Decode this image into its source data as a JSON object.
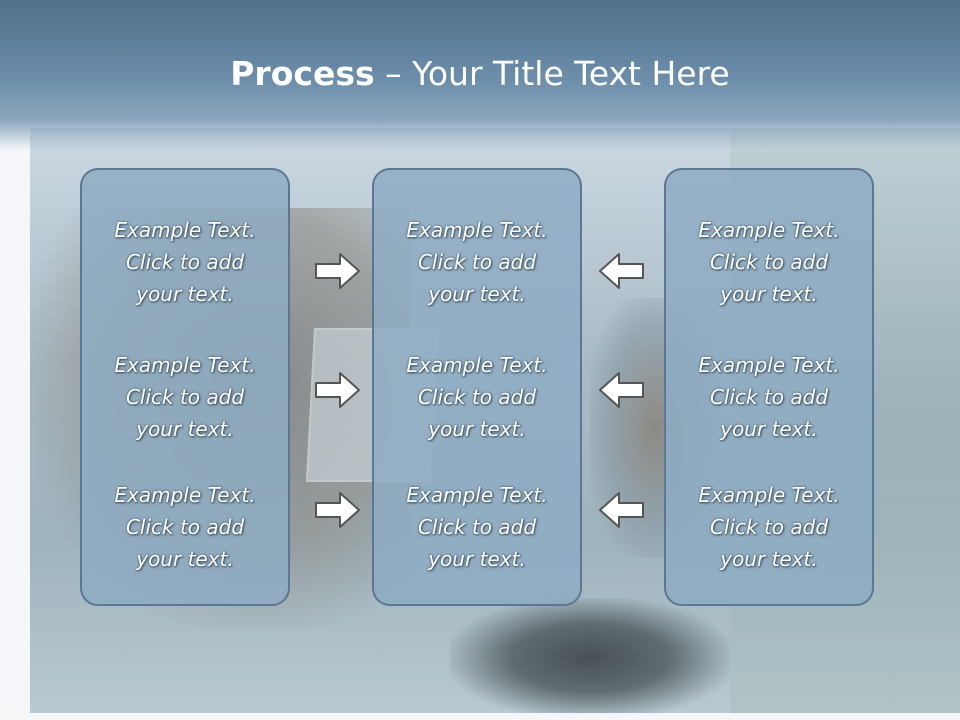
{
  "slide": {
    "title_strong": "Process",
    "title_rest": " – Your Title Text Here"
  },
  "columns": [
    {
      "blocks": [
        {
          "l1": "Example Text.",
          "l2": "Click  to add",
          "l3": "your text."
        },
        {
          "l1": "Example Text.",
          "l2": "Click  to add",
          "l3": "your text."
        },
        {
          "l1": "Example Text.",
          "l2": "Click  to add",
          "l3": "your text."
        }
      ]
    },
    {
      "blocks": [
        {
          "l1": "Example Text.",
          "l2": "Click  to add",
          "l3": "your text."
        },
        {
          "l1": "Example Text.",
          "l2": "Click  to add",
          "l3": "your text."
        },
        {
          "l1": "Example Text.",
          "l2": "Click  to add",
          "l3": "your text."
        }
      ]
    },
    {
      "blocks": [
        {
          "l1": "Example Text.",
          "l2": "Click  to add",
          "l3": "your text."
        },
        {
          "l1": "Example Text.",
          "l2": "Click  to add",
          "l3": "your text."
        },
        {
          "l1": "Example Text.",
          "l2": "Click  to add",
          "l3": "your text."
        }
      ]
    }
  ],
  "arrows": {
    "left_group": [
      "arrow-right-icon",
      "arrow-right-icon",
      "arrow-right-icon"
    ],
    "right_group": [
      "arrow-left-icon",
      "arrow-left-icon",
      "arrow-left-icon"
    ]
  },
  "colors": {
    "header": "#5f809c",
    "panel": "#8eabc3",
    "panel_border": "#5a7894",
    "text": "#ffffff"
  }
}
